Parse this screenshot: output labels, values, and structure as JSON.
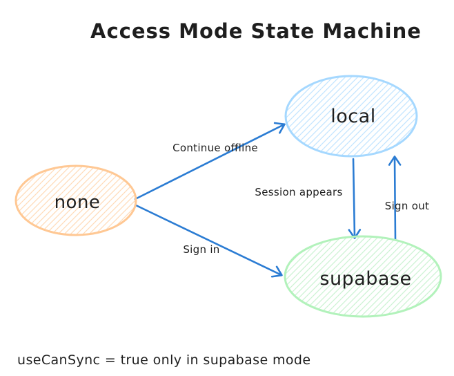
{
  "title": "Access Mode State Machine",
  "note": "useCanSync = true only in supabase mode",
  "colors": {
    "background": "#ffffff",
    "arrow": "#2b7cd3",
    "text": "#1e1e1e"
  },
  "states": {
    "none": {
      "label": "none",
      "stroke": "#ffc894",
      "hatch": "#ffdcba"
    },
    "local": {
      "label": "local",
      "stroke": "#a5d8ff",
      "hatch": "#c3e5ff"
    },
    "supabase": {
      "label": "supabase",
      "stroke": "#b2f2bb",
      "hatch": "#cdf3d4"
    }
  },
  "transitions": [
    {
      "from": "none",
      "to": "local",
      "label": "Continue offline"
    },
    {
      "from": "none",
      "to": "supabase",
      "label": "Sign in"
    },
    {
      "from": "local",
      "to": "supabase",
      "label": "Session appears"
    },
    {
      "from": "supabase",
      "to": "local",
      "label": "Sign out"
    }
  ]
}
